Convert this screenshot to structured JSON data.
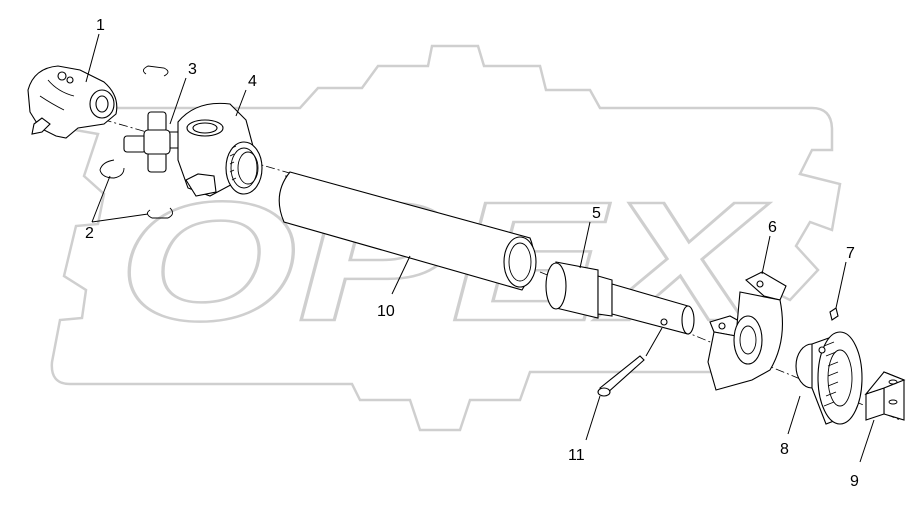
{
  "watermark": {
    "text": "OPEX"
  },
  "callouts": [
    {
      "id": "1",
      "label": "1"
    },
    {
      "id": "2",
      "label": "2"
    },
    {
      "id": "3",
      "label": "3"
    },
    {
      "id": "4",
      "label": "4"
    },
    {
      "id": "5",
      "label": "5"
    },
    {
      "id": "6",
      "label": "6"
    },
    {
      "id": "7",
      "label": "7"
    },
    {
      "id": "8",
      "label": "8"
    },
    {
      "id": "9",
      "label": "9"
    },
    {
      "id": "10",
      "label": "10"
    },
    {
      "id": "11",
      "label": "11"
    }
  ],
  "colors": {
    "line": "#000000",
    "watermark": "#cfcfcf",
    "background": "#ffffff"
  }
}
